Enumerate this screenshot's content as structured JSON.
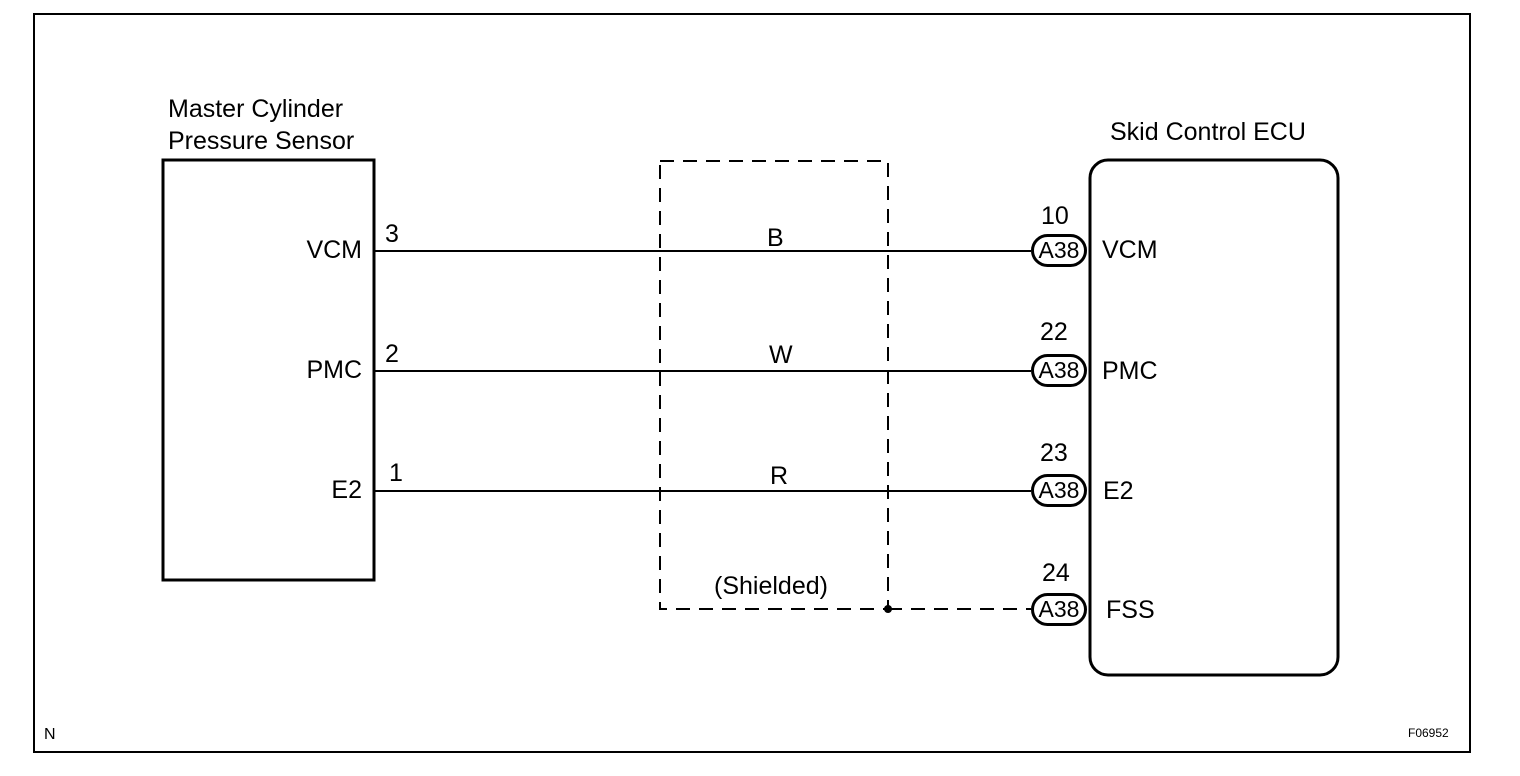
{
  "sensor": {
    "title_line1": "Master Cylinder",
    "title_line2": "Pressure Sensor",
    "terminals": [
      {
        "name": "VCM",
        "pin": "3"
      },
      {
        "name": "PMC",
        "pin": "2"
      },
      {
        "name": "E2",
        "pin": "1"
      }
    ]
  },
  "ecu": {
    "title": "Skid Control ECU",
    "terminals": [
      {
        "name": "VCM",
        "pin": "10",
        "connector": "A38"
      },
      {
        "name": "PMC",
        "pin": "22",
        "connector": "A38"
      },
      {
        "name": "E2",
        "pin": "23",
        "connector": "A38"
      },
      {
        "name": "FSS",
        "pin": "24",
        "connector": "A38"
      }
    ]
  },
  "wires": [
    {
      "color": "B"
    },
    {
      "color": "W"
    },
    {
      "color": "R"
    }
  ],
  "shield": {
    "label": "(Shielded)"
  },
  "footer": {
    "left": "N",
    "right": "F06952"
  }
}
